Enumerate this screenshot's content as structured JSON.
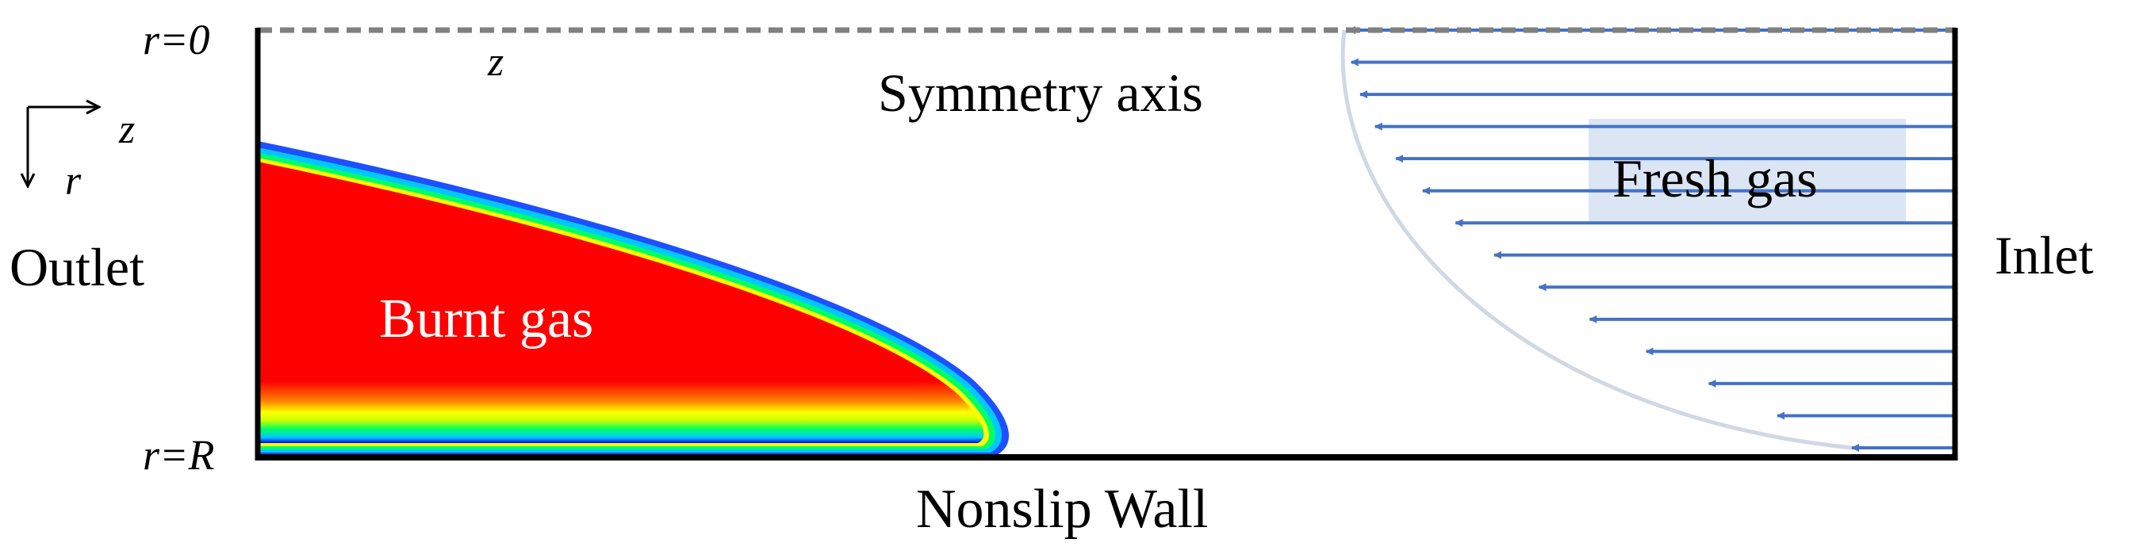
{
  "labels": {
    "r_top": "r=0",
    "r_bottom": "r=R",
    "z_axis_top": "z",
    "coord_z": "z",
    "coord_r": "r",
    "outlet": "Outlet",
    "inlet": "Inlet",
    "symmetry_axis": "Symmetry axis",
    "burnt_gas": "Burnt gas",
    "fresh_gas": "Fresh gas",
    "wall": "Nonslip Wall"
  },
  "colors": {
    "wall": "#000000",
    "symmetry_axis": "#808080",
    "velocity_arrows": "#4472c4",
    "velocity_profile": "#d0d8e4",
    "fresh_gas_box": "#dbe5f4",
    "flame_core": "#ff0000",
    "burnt_gas_text": "#ffffff"
  },
  "velocity_profile": {
    "arrow_count": 14,
    "shape": "parabolic"
  },
  "flame_colormap": [
    "#0000ff",
    "#00c8ff",
    "#00ff64",
    "#c8ff00",
    "#ffff00",
    "#ff8000",
    "#ff0000"
  ]
}
